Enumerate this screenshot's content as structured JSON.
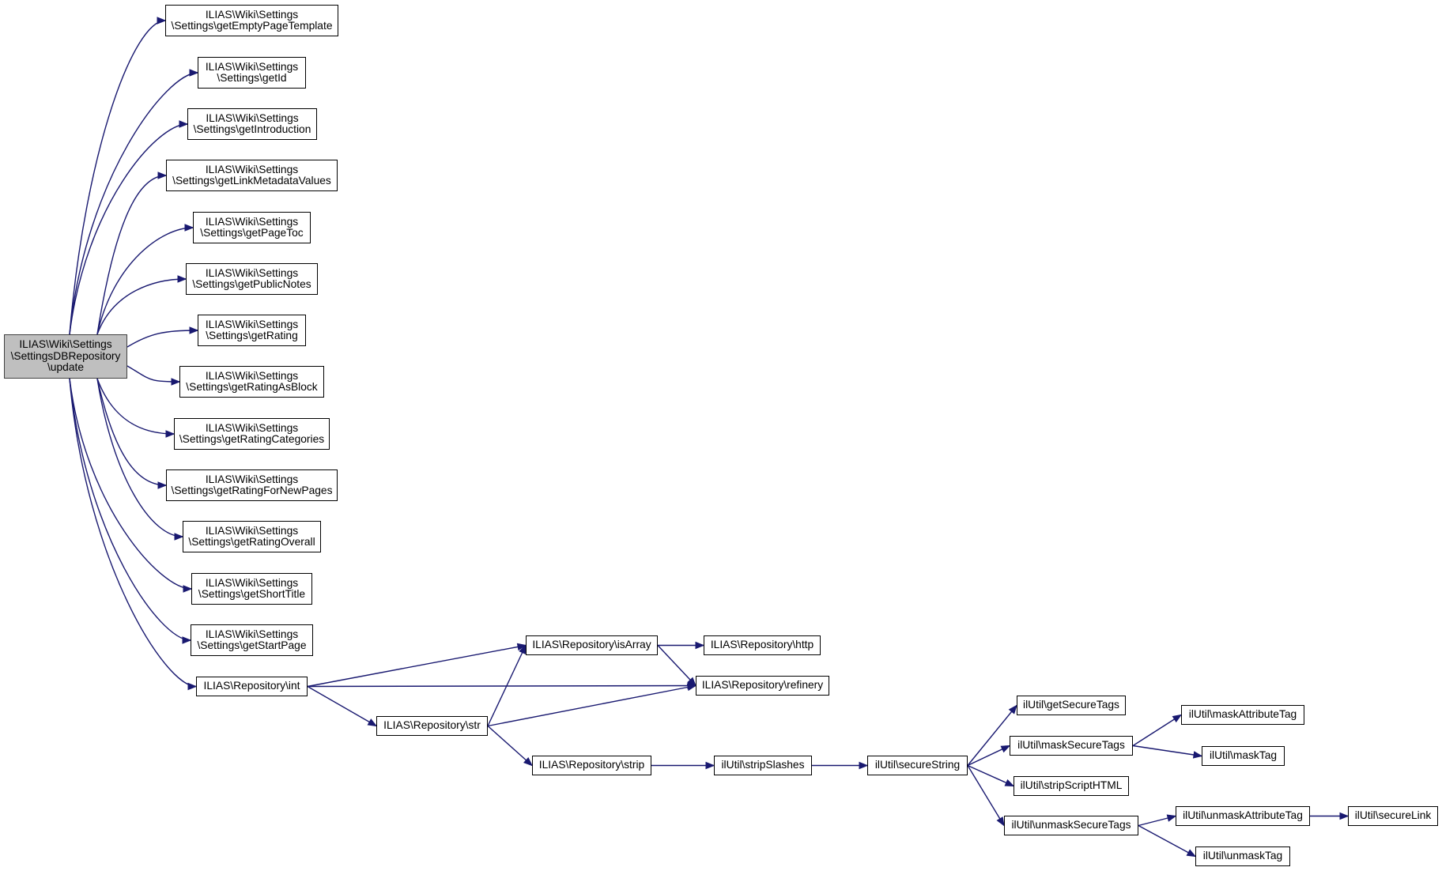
{
  "diagram": {
    "colors": {
      "edge": "#191970",
      "root_fill": "#bfbfbf",
      "node_fill": "#ffffff",
      "node_border": "#000000"
    },
    "nodes": [
      {
        "id": "root",
        "label": "ILIAS\\Wiki\\Settings\n\\SettingsDBRepository\n\\update"
      },
      {
        "id": "getEmptyPageTemplate",
        "label": "ILIAS\\Wiki\\Settings\n\\Settings\\getEmptyPageTemplate"
      },
      {
        "id": "getId",
        "label": "ILIAS\\Wiki\\Settings\n\\Settings\\getId"
      },
      {
        "id": "getIntroduction",
        "label": "ILIAS\\Wiki\\Settings\n\\Settings\\getIntroduction"
      },
      {
        "id": "getLinkMetadataValues",
        "label": "ILIAS\\Wiki\\Settings\n\\Settings\\getLinkMetadataValues"
      },
      {
        "id": "getPageToc",
        "label": "ILIAS\\Wiki\\Settings\n\\Settings\\getPageToc"
      },
      {
        "id": "getPublicNotes",
        "label": "ILIAS\\Wiki\\Settings\n\\Settings\\getPublicNotes"
      },
      {
        "id": "getRating",
        "label": "ILIAS\\Wiki\\Settings\n\\Settings\\getRating"
      },
      {
        "id": "getRatingAsBlock",
        "label": "ILIAS\\Wiki\\Settings\n\\Settings\\getRatingAsBlock"
      },
      {
        "id": "getRatingCategories",
        "label": "ILIAS\\Wiki\\Settings\n\\Settings\\getRatingCategories"
      },
      {
        "id": "getRatingForNewPages",
        "label": "ILIAS\\Wiki\\Settings\n\\Settings\\getRatingForNewPages"
      },
      {
        "id": "getRatingOverall",
        "label": "ILIAS\\Wiki\\Settings\n\\Settings\\getRatingOverall"
      },
      {
        "id": "getShortTitle",
        "label": "ILIAS\\Wiki\\Settings\n\\Settings\\getShortTitle"
      },
      {
        "id": "getStartPage",
        "label": "ILIAS\\Wiki\\Settings\n\\Settings\\getStartPage"
      },
      {
        "id": "int",
        "label": "ILIAS\\Repository\\int"
      },
      {
        "id": "isArray",
        "label": "ILIAS\\Repository\\isArray"
      },
      {
        "id": "http",
        "label": "ILIAS\\Repository\\http"
      },
      {
        "id": "refinery",
        "label": "ILIAS\\Repository\\refinery"
      },
      {
        "id": "str",
        "label": "ILIAS\\Repository\\str"
      },
      {
        "id": "strip",
        "label": "ILIAS\\Repository\\strip"
      },
      {
        "id": "stripSlashes",
        "label": "ilUtil\\stripSlashes"
      },
      {
        "id": "secureString",
        "label": "ilUtil\\secureString"
      },
      {
        "id": "getSecureTags",
        "label": "ilUtil\\getSecureTags"
      },
      {
        "id": "maskSecureTags",
        "label": "ilUtil\\maskSecureTags"
      },
      {
        "id": "maskAttributeTag",
        "label": "ilUtil\\maskAttributeTag"
      },
      {
        "id": "maskTag",
        "label": "ilUtil\\maskTag"
      },
      {
        "id": "stripScriptHTML",
        "label": "ilUtil\\stripScriptHTML"
      },
      {
        "id": "unmaskSecureTags",
        "label": "ilUtil\\unmaskSecureTags"
      },
      {
        "id": "unmaskAttributeTag",
        "label": "ilUtil\\unmaskAttributeTag"
      },
      {
        "id": "secureLink",
        "label": "ilUtil\\secureLink"
      },
      {
        "id": "unmaskTag",
        "label": "ilUtil\\unmaskTag"
      }
    ],
    "edges": [
      [
        "root",
        "getEmptyPageTemplate"
      ],
      [
        "root",
        "getId"
      ],
      [
        "root",
        "getIntroduction"
      ],
      [
        "root",
        "getLinkMetadataValues"
      ],
      [
        "root",
        "getPageToc"
      ],
      [
        "root",
        "getPublicNotes"
      ],
      [
        "root",
        "getRating"
      ],
      [
        "root",
        "getRatingAsBlock"
      ],
      [
        "root",
        "getRatingCategories"
      ],
      [
        "root",
        "getRatingForNewPages"
      ],
      [
        "root",
        "getRatingOverall"
      ],
      [
        "root",
        "getShortTitle"
      ],
      [
        "root",
        "getStartPage"
      ],
      [
        "root",
        "int"
      ],
      [
        "int",
        "isArray"
      ],
      [
        "int",
        "refinery"
      ],
      [
        "int",
        "str"
      ],
      [
        "isArray",
        "http"
      ],
      [
        "isArray",
        "refinery"
      ],
      [
        "str",
        "isArray"
      ],
      [
        "str",
        "refinery"
      ],
      [
        "str",
        "strip"
      ],
      [
        "strip",
        "stripSlashes"
      ],
      [
        "stripSlashes",
        "secureString"
      ],
      [
        "secureString",
        "getSecureTags"
      ],
      [
        "secureString",
        "maskSecureTags"
      ],
      [
        "secureString",
        "stripScriptHTML"
      ],
      [
        "secureString",
        "unmaskSecureTags"
      ],
      [
        "maskSecureTags",
        "maskAttributeTag"
      ],
      [
        "maskSecureTags",
        "maskTag"
      ],
      [
        "unmaskSecureTags",
        "unmaskAttributeTag"
      ],
      [
        "unmaskSecureTags",
        "unmaskTag"
      ],
      [
        "unmaskAttributeTag",
        "secureLink"
      ]
    ]
  }
}
